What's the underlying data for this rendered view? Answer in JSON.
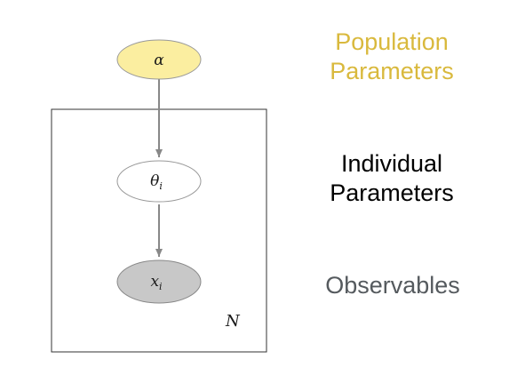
{
  "nodes": {
    "alpha": {
      "symbol": "α",
      "subscript": "",
      "fill": "#fbeea0"
    },
    "theta": {
      "symbol": "θ",
      "subscript": "i",
      "fill": "#ffffff"
    },
    "x": {
      "symbol": "x",
      "subscript": "i",
      "fill": "#c8c8c8"
    }
  },
  "plate": {
    "label": "N"
  },
  "edges": [
    {
      "from": "alpha",
      "to": "theta"
    },
    {
      "from": "theta",
      "to": "x"
    }
  ],
  "labels": {
    "population": {
      "line1": "Population",
      "line2": "Parameters",
      "color": "#d9b93d"
    },
    "individual": {
      "line1": "Individual",
      "line2": "Parameters",
      "color": "#000000"
    },
    "observables": {
      "line1": "Observables",
      "color": "#555a5e"
    }
  }
}
